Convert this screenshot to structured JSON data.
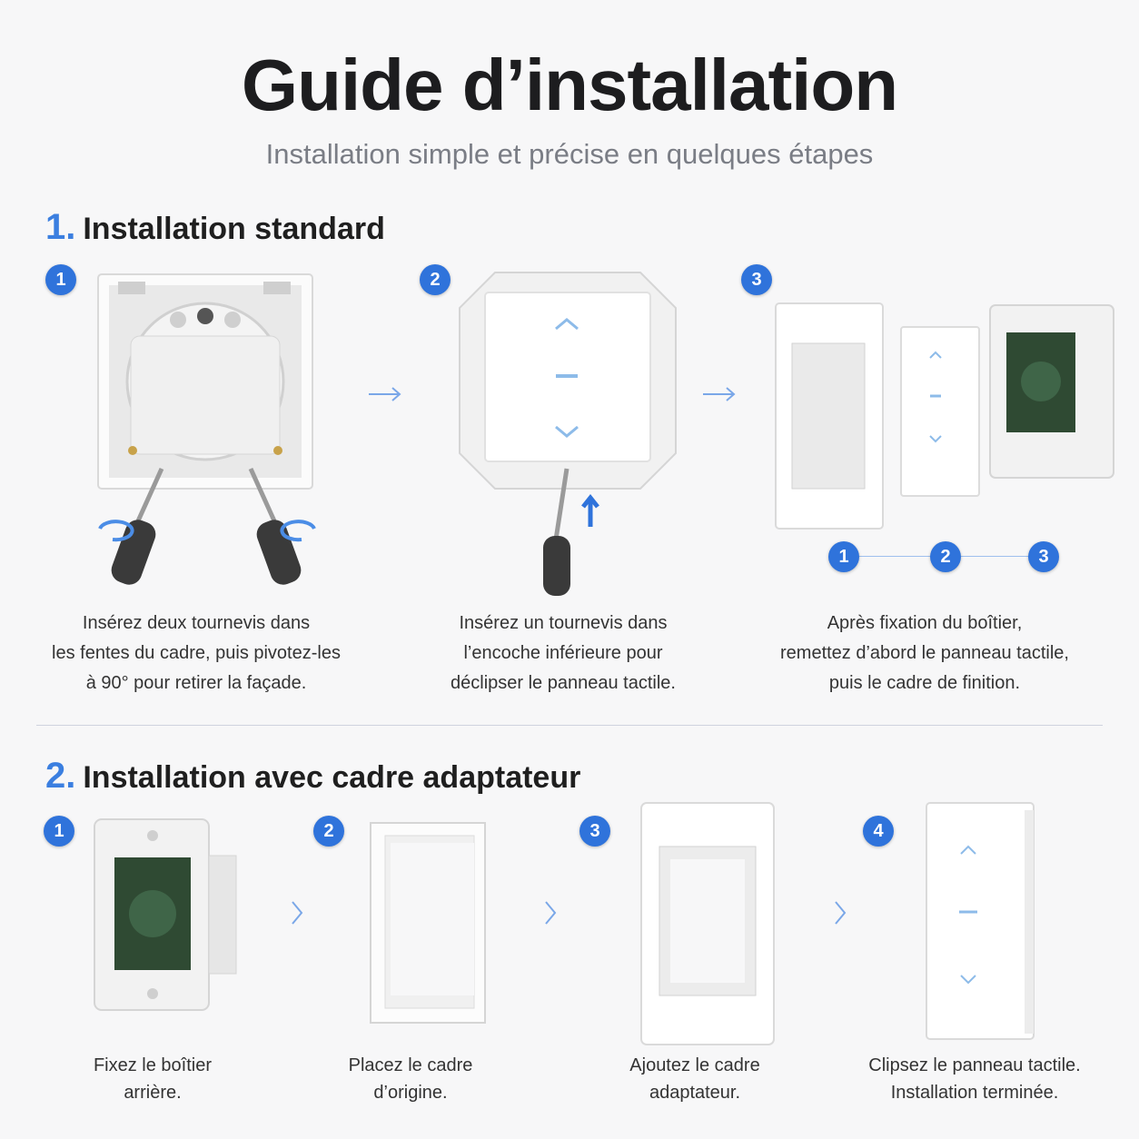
{
  "header": {
    "title": "Guide d’installation",
    "subtitle": "Installation simple et précise en quelques étapes"
  },
  "section1": {
    "number": "1.",
    "title": "Installation standard",
    "steps": [
      {
        "badge": "1",
        "caption": [
          "Insérez deux tournevis dans",
          "les fentes du cadre, puis pivotez-les",
          "à 90° pour retirer la façade."
        ]
      },
      {
        "badge": "2",
        "caption": [
          "Insérez un tournevis dans",
          "l’encoche inférieure pour",
          "déclipser le panneau tactile."
        ]
      },
      {
        "badge": "3",
        "caption": [
          "Après fixation du boîtier,",
          "remettez d’abord le panneau tactile,",
          "puis le cadre de finition."
        ]
      }
    ],
    "sequence": [
      "1",
      "2",
      "3"
    ]
  },
  "section2": {
    "number": "2.",
    "title": "Installation avec cadre adaptateur",
    "steps": [
      {
        "badge": "1",
        "caption": [
          "Fixez le boîtier",
          "arrière."
        ]
      },
      {
        "badge": "2",
        "caption": [
          "Placez le cadre",
          "d’origine."
        ]
      },
      {
        "badge": "3",
        "caption": [
          "Ajoutez le cadre",
          "adaptateur."
        ]
      },
      {
        "badge": "4",
        "caption": [
          "Clipsez le panneau tactile.",
          "Installation terminée."
        ]
      }
    ]
  },
  "colors": {
    "accent": "#2f73db",
    "divider": "#cfd3df",
    "background": "#f7f7f8"
  }
}
